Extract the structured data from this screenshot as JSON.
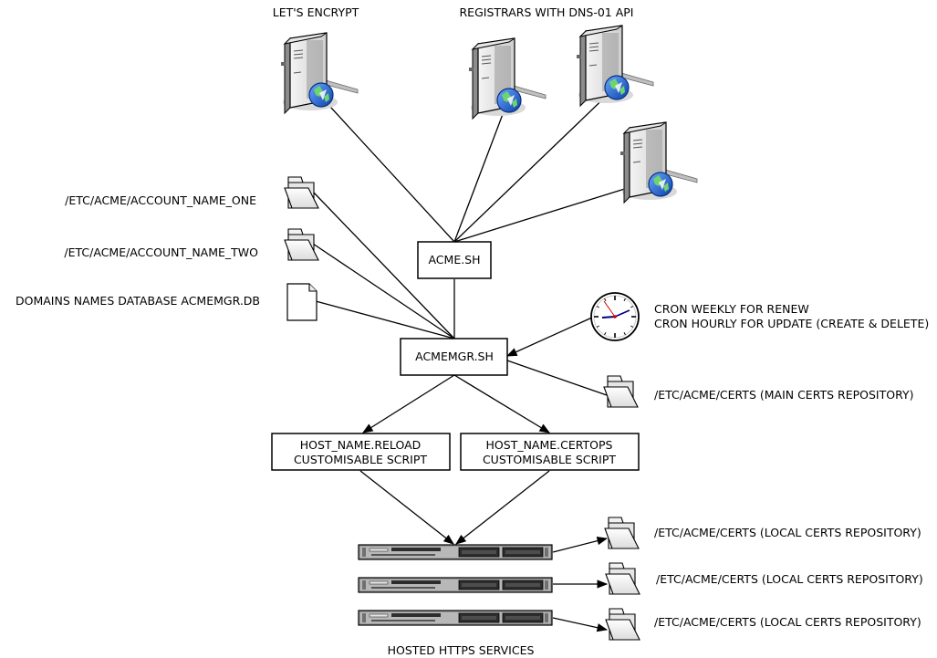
{
  "labels": {
    "lets_encrypt": "LET'S ENCRYPT",
    "registrars": "REGISTRARS WITH DNS-01 API",
    "account_one": "/ETC/ACME/ACCOUNT_NAME_ONE",
    "account_two": "/ETC/ACME/ACCOUNT_NAME_TWO",
    "domains_db": "DOMAINS NAMES DATABASE ACMEMGR.DB",
    "cron_line1": "CRON WEEKLY FOR RENEW",
    "cron_line2": "CRON HOURLY FOR UPDATE (CREATE & DELETE)",
    "main_certs": "/ETC/ACME/CERTS (MAIN CERTS REPOSITORY)",
    "local_certs_1": "/ETC/ACME/CERTS (LOCAL CERTS REPOSITORY)",
    "local_certs_2": "/ETC/ACME/CERTS (LOCAL CERTS REPOSITORY)",
    "local_certs_3": "/ETC/ACME/CERTS (LOCAL CERTS REPOSITORY)",
    "hosted_services": "HOSTED HTTPS SERVICES"
  },
  "boxes": {
    "acme_sh": "ACME.SH",
    "acmemgr_sh": "ACMEMGR.SH",
    "reload_line1": "HOST_NAME.RELOAD",
    "reload_line2": "CUSTOMISABLE SCRIPT",
    "certops_line1": "HOST_NAME.CERTOPS",
    "certops_line2": "CUSTOMISABLE SCRIPT"
  },
  "icons": {
    "server": "server-tower-icon",
    "folder": "folder-icon",
    "document": "document-icon",
    "clock": "clock-icon",
    "rack": "rack-server-icon"
  }
}
